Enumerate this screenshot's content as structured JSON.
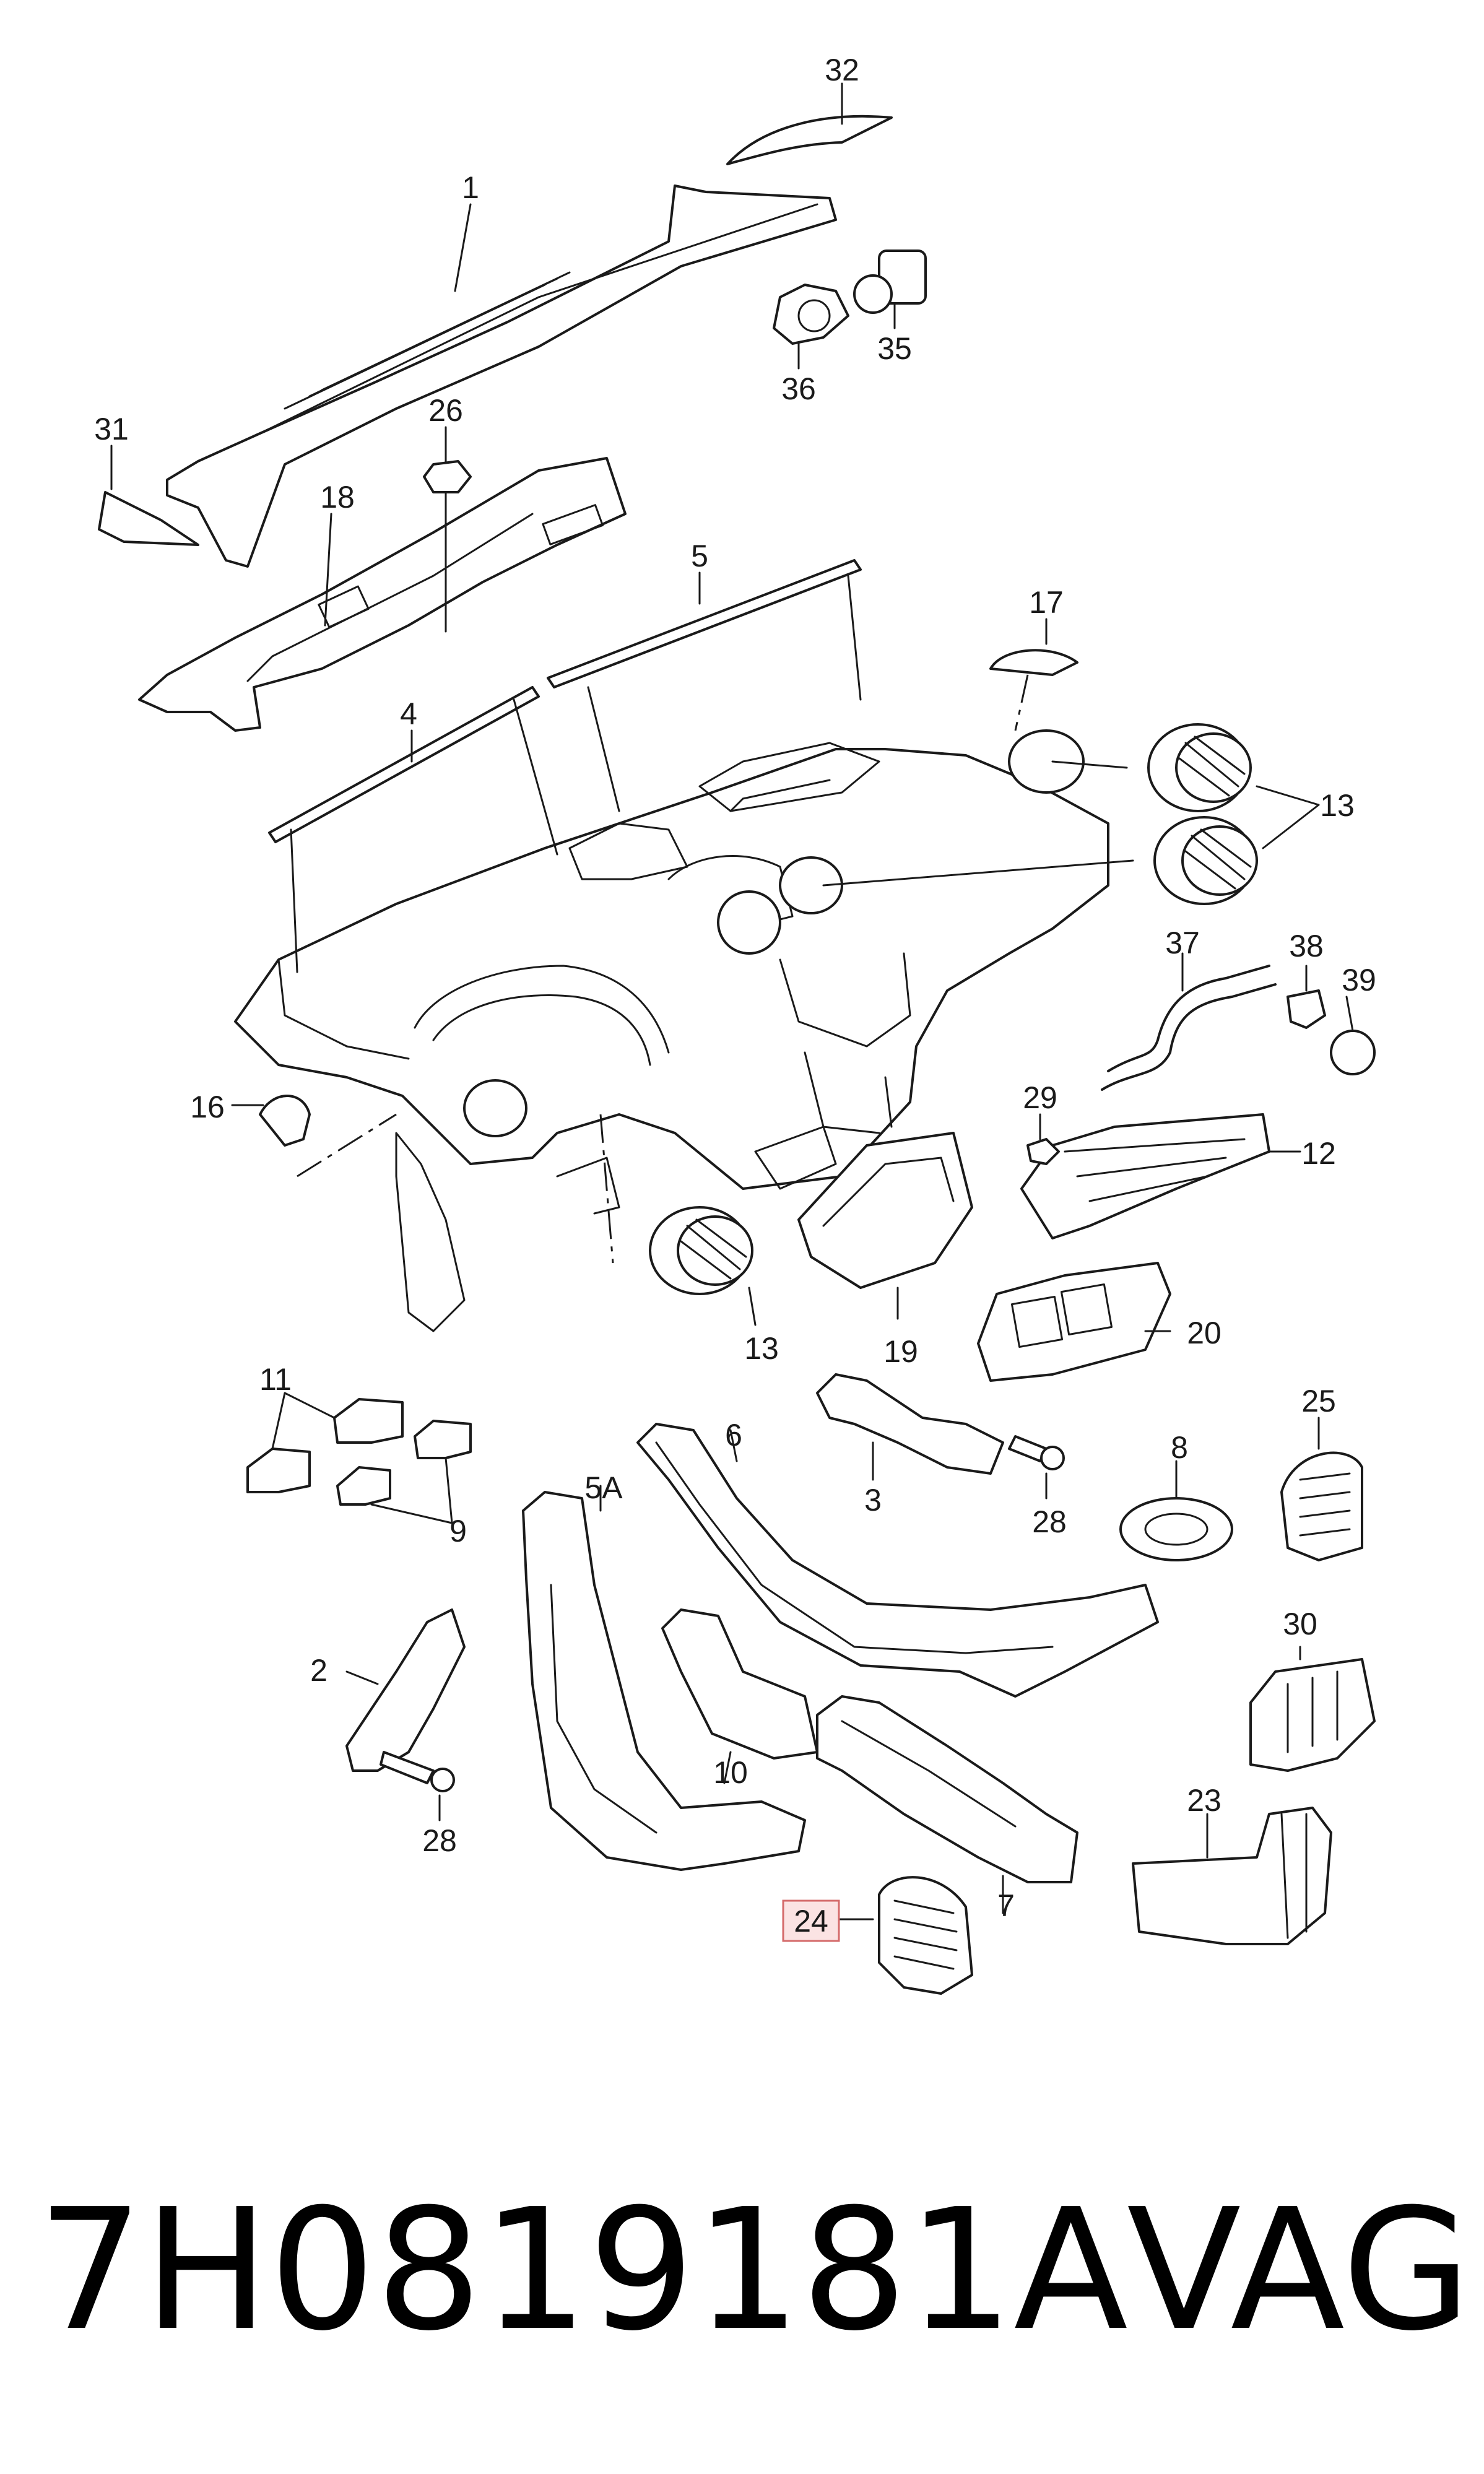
{
  "callouts": {
    "c1": "1",
    "c2": "2",
    "c3": "3",
    "c4": "4",
    "c5": "5",
    "c5a": "5A",
    "c6": "6",
    "c7": "7",
    "c8": "8",
    "c9": "9",
    "c10": "10",
    "c11": "11",
    "c12": "12",
    "c13a": "13",
    "c13b": "13",
    "c16": "16",
    "c17": "17",
    "c18": "18",
    "c19": "19",
    "c20": "20",
    "c23": "23",
    "c24": "24",
    "c25": "25",
    "c26": "26",
    "c28a": "28",
    "c28b": "28",
    "c29": "29",
    "c30": "30",
    "c31": "31",
    "c32": "32",
    "c35": "35",
    "c36": "36",
    "c37": "37",
    "c38": "38",
    "c39": "39"
  },
  "highlighted_callout": "24",
  "highlight_color": "#fbe3e3",
  "footer": {
    "part_number": "7H0819181A",
    "brand": "VAG"
  }
}
